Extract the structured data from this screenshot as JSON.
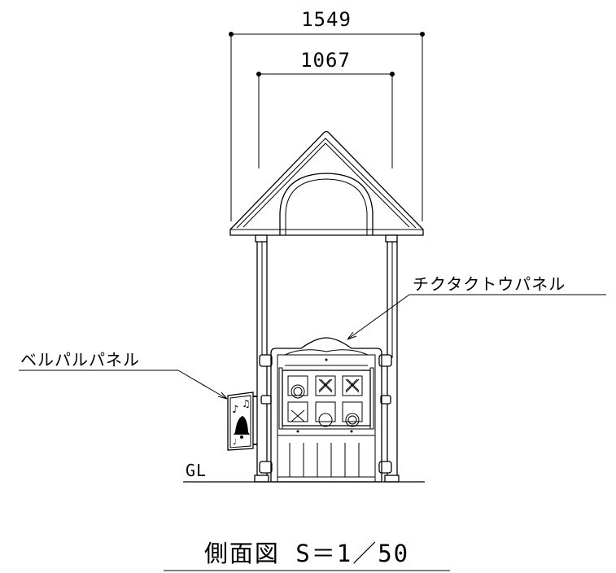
{
  "dimensions": {
    "outer_width": "1549",
    "inner_width": "1067"
  },
  "labels": {
    "tictactoe_panel": "チクタクトウパネル",
    "bell_panel": "ベルパルパネル",
    "ground_line": "GL"
  },
  "caption": "側面図 S＝1／50"
}
